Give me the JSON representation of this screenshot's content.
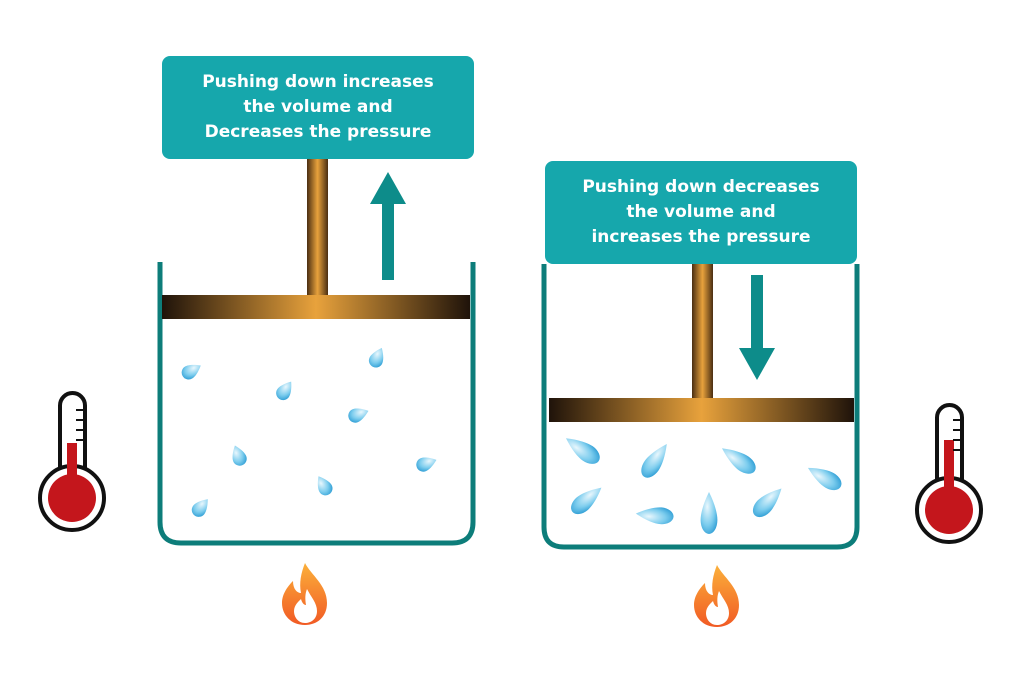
{
  "left_panel": {
    "caption_lines": [
      "Pushing down increases",
      "the volume and",
      "Decreases the pressure"
    ],
    "arrow_direction": "up",
    "temperature_level": 0.55
  },
  "right_panel": {
    "caption_lines": [
      "Pushing down decreases",
      "the volume and",
      "increases the pressure"
    ],
    "arrow_direction": "down",
    "temperature_level": 0.7
  },
  "colors": {
    "teal": "#16a7ac",
    "container": "#0d7d7a",
    "piston_light": "#e8a23c",
    "piston_dark": "#1f130a",
    "particle": "#2aa3d8",
    "thermo_red": "#c4161c",
    "flame_orange": "#f15a24",
    "flame_yellow": "#fbb03b"
  },
  "icons": [
    "thermometer-icon",
    "flame-icon",
    "arrow-up-icon",
    "arrow-down-icon",
    "particle-icon"
  ]
}
